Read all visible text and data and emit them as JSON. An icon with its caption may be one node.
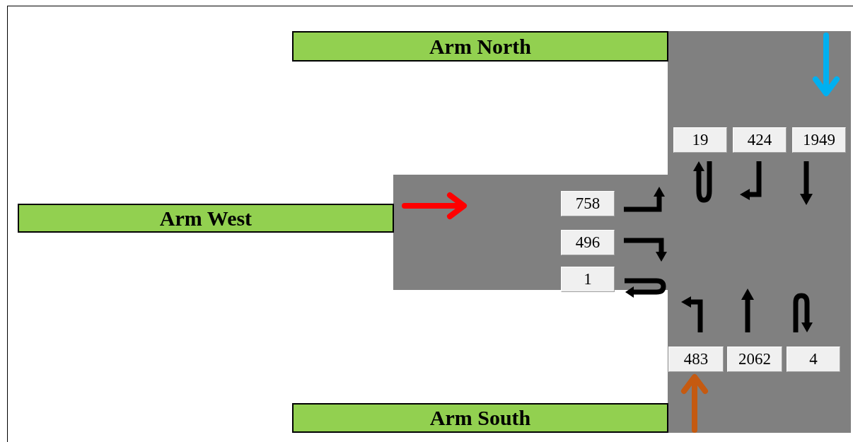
{
  "diagram": {
    "nodes": [
      {
        "text": [
          "Arm North"
        ]
      },
      {
        "text": [
          "Arm West"
        ]
      },
      {
        "text": [
          "Arm South"
        ]
      },
      {
        "text": [
          "19"
        ]
      },
      {
        "text": [
          "424"
        ]
      },
      {
        "text": [
          "1949"
        ]
      },
      {
        "text": [
          "758"
        ]
      },
      {
        "text": [
          "496"
        ]
      },
      {
        "text": [
          "1"
        ]
      },
      {
        "text": [
          "483"
        ]
      },
      {
        "text": [
          "2062"
        ]
      },
      {
        "text": [
          "4"
        ]
      }
    ]
  }
}
